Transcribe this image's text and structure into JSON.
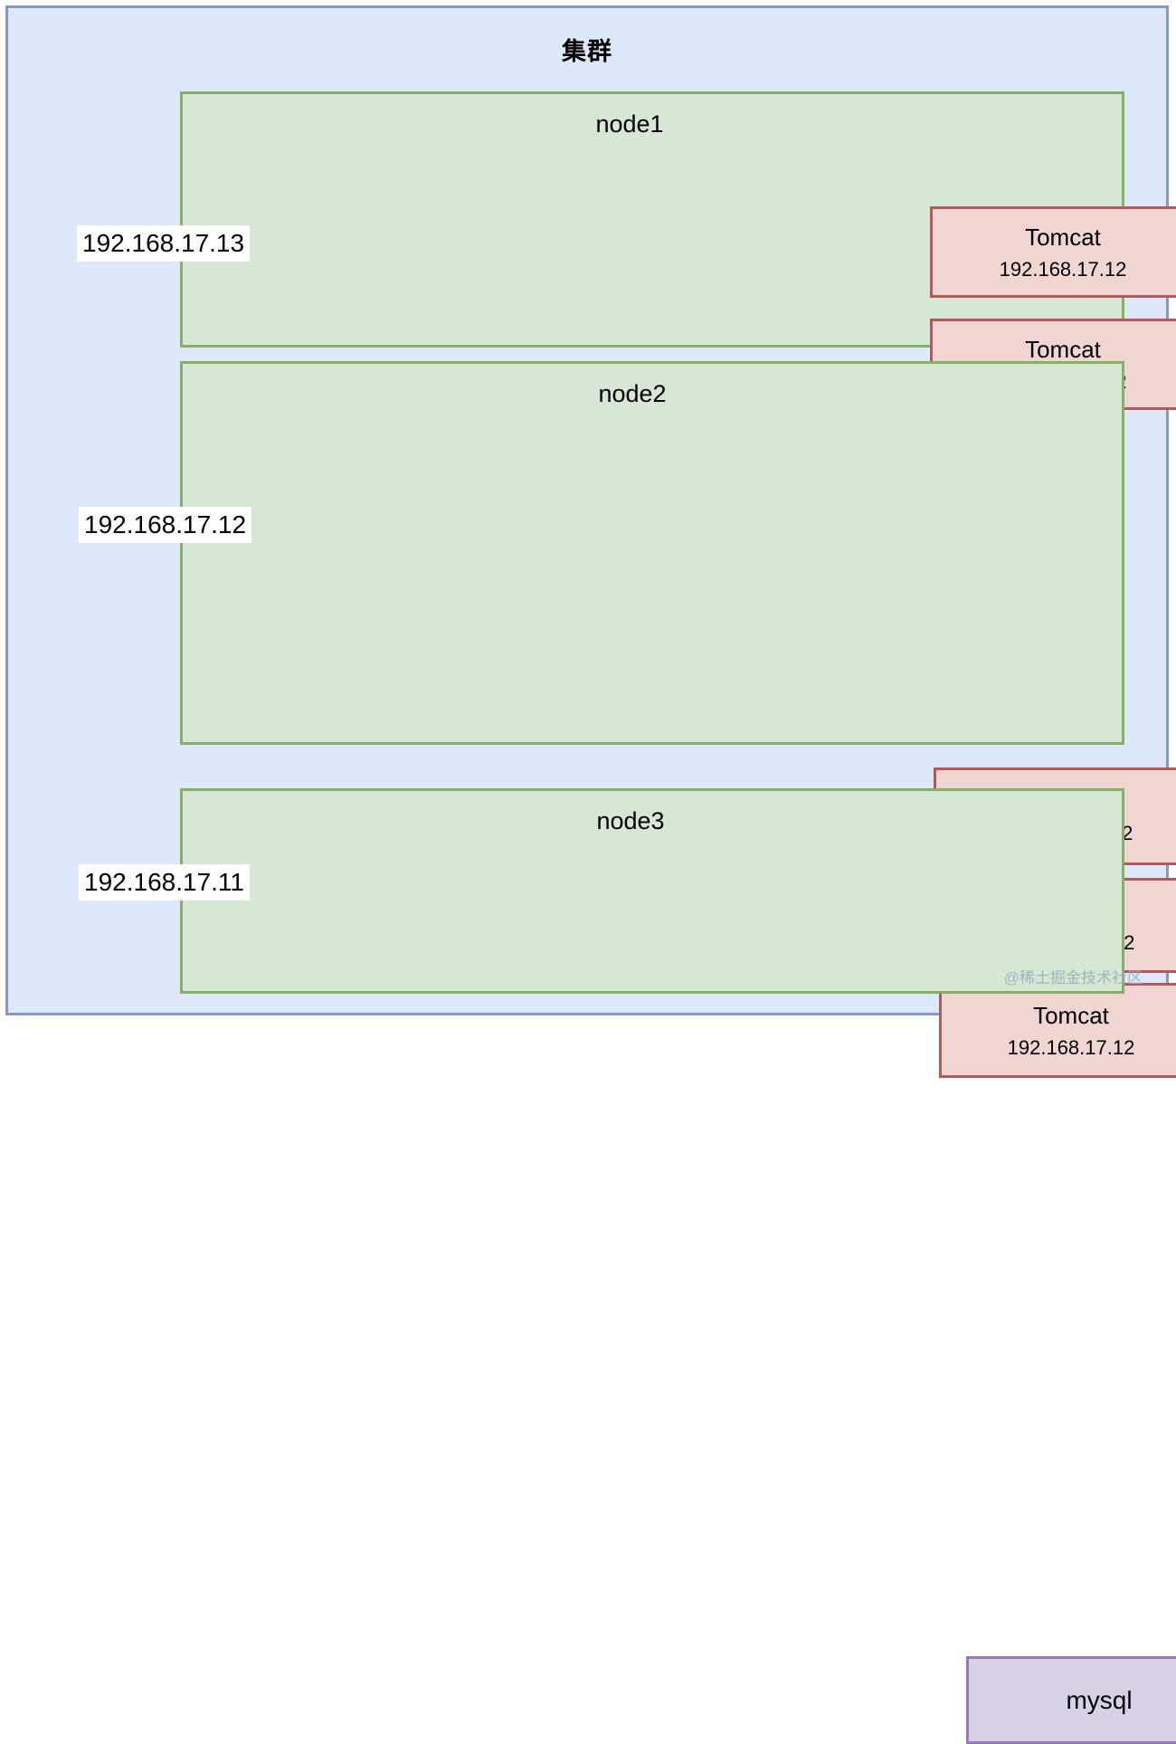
{
  "diagram": {
    "title": "集群",
    "watermark": "@稀土掘金技术社区",
    "colors": {
      "cluster_fill": "#dee8fb",
      "cluster_border": "#8498c8",
      "node_fill": "#d6e7d4",
      "node_border": "#85b064",
      "tomcat_fill": "#f0d5d3",
      "tomcat_border": "#b4585a",
      "mysql_fill": "#d8d0e4",
      "mysql_border": "#9a79b8"
    },
    "nodes": [
      {
        "id": "node1",
        "label": "node1",
        "ip": "192.168.17.13",
        "services": [
          {
            "name": "Tomcat",
            "ip": "192.168.17.12",
            "kind": "tomcat"
          },
          {
            "name": "Tomcat",
            "ip": "192.168.17.12",
            "kind": "tomcat"
          }
        ]
      },
      {
        "id": "node2",
        "label": "node2",
        "ip": "192.168.17.12",
        "services": [
          {
            "name": "Tomcat",
            "ip": "192.168.17.12",
            "kind": "tomcat"
          },
          {
            "name": "……",
            "ip": "192.168.17.12",
            "kind": "tomcat"
          },
          {
            "name": "Tomcat",
            "ip": "192.168.17.12",
            "kind": "tomcat"
          }
        ]
      },
      {
        "id": "node3",
        "label": "node3",
        "ip": "192.168.17.11",
        "services": [
          {
            "name": "mysql",
            "ip": "",
            "kind": "mysql"
          }
        ]
      }
    ]
  }
}
